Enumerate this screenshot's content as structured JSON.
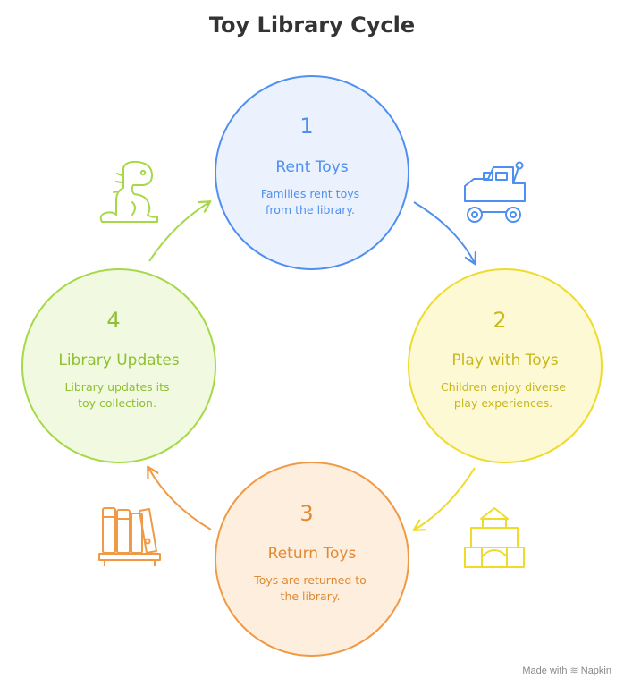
{
  "title": "Toy Library Cycle",
  "colors": {
    "blue": "#4f8ff0",
    "blue_fill": "#ebf2fd",
    "yellow": "#eedc2b",
    "yellow_fill": "#fdf9d5",
    "orange": "#f09a45",
    "orange_fill": "#fdeede",
    "green": "#a7d84a",
    "green_fill": "#f1fae0",
    "title": "#333333"
  },
  "steps": [
    {
      "number": "1",
      "name": "Rent Toys",
      "desc_line1": "Families rent toys",
      "desc_line2": "from the library.",
      "icon": "toy-truck-icon"
    },
    {
      "number": "2",
      "name": "Play with Toys",
      "desc_line1": "Children enjoy diverse",
      "desc_line2": "play experiences.",
      "icon": "building-blocks-icon"
    },
    {
      "number": "3",
      "name": "Return Toys",
      "desc_line1": "Toys are returned to",
      "desc_line2": "the library.",
      "icon": "bookshelf-icon"
    },
    {
      "number": "4",
      "name": "Library Updates",
      "desc_line1": "Library updates its",
      "desc_line2": "toy collection.",
      "icon": "dinosaur-toy-icon"
    }
  ],
  "footer": {
    "made_with": "Made with",
    "brand": "Napkin",
    "brand_icon": "napkin-logo-icon"
  }
}
